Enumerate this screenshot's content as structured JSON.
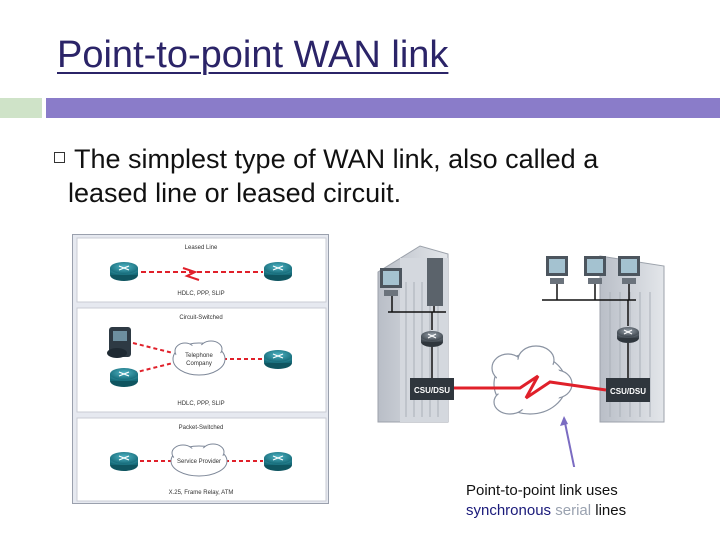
{
  "slide": {
    "title": "Point-to-point WAN link",
    "bullet_line1": "The simplest type of WAN link, also called a",
    "bullet_line2": "leased line or leased circuit."
  },
  "left_figure": {
    "sections": [
      {
        "title": "Leased Line",
        "protocols": "HDLC, PPP, SLIP"
      },
      {
        "title": "Circuit-Switched",
        "cloud_label_1": "Telephone",
        "cloud_label_2": "Company",
        "protocols": "HDLC, PPP, SLIP"
      },
      {
        "title": "Packet-Switched",
        "cloud_label": "Service Provider",
        "protocols": "X.25, Frame Relay, ATM"
      }
    ]
  },
  "right_figure": {
    "csu_left": "CSU/DSU",
    "csu_right": "CSU/DSU"
  },
  "caption": {
    "line1": "Point-to-point link uses",
    "word_synchronous": "synchronous",
    "word_serial": "serial",
    "word_lines": "lines"
  },
  "colors": {
    "title": "#2b2468",
    "accent_purple": "#8a7cc9",
    "accent_green": "#cfe3c8",
    "link_red": "#e0202a",
    "router_teal": "#1f7f8f"
  }
}
